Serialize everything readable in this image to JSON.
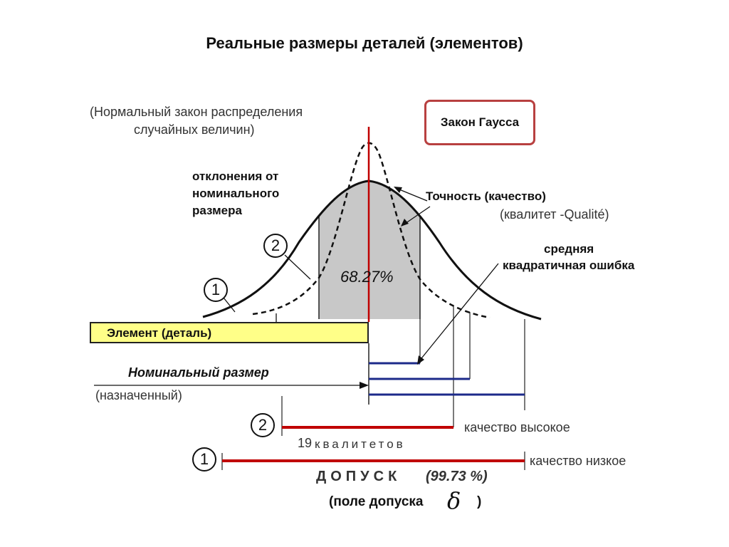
{
  "title": "Реальные размеры деталей (элементов)",
  "law_note_line1": "(Нормальный закон распределения",
  "law_note_line2": "случайных величин)",
  "gauss_box": "Закон Гаусса",
  "deviations_line1": "отклонения от",
  "deviations_line2": "номинального",
  "deviations_line3": "размера",
  "accuracy": "Точность (качество)",
  "qualitet": "(квалитет -Qualité)",
  "rms_line1": "средняя",
  "rms_line2": "квадратичная ошибка",
  "percent_inner": "68.27%",
  "element_label": "Элемент (деталь)",
  "nominal_label": "Номинальный размер",
  "nominal_sub": "(назначенный)",
  "curve_1": "1",
  "curve_2": "2",
  "quality_high": "качество высокое",
  "quality_low": "качество низкое",
  "qualitets_num": "19",
  "qualitets_word": "квалитетов",
  "tolerance_word": "ДОПУСК",
  "tolerance_pct": "(99.73 %)",
  "tolerance_field": "(поле допуска",
  "delta": "δ",
  "close_paren": ")",
  "colors": {
    "red_line": "#c00000",
    "blue_line": "#1c2a8a",
    "element_fill": "#ffff88",
    "shade": "#c8c8c8",
    "box_border": "#b84040"
  }
}
